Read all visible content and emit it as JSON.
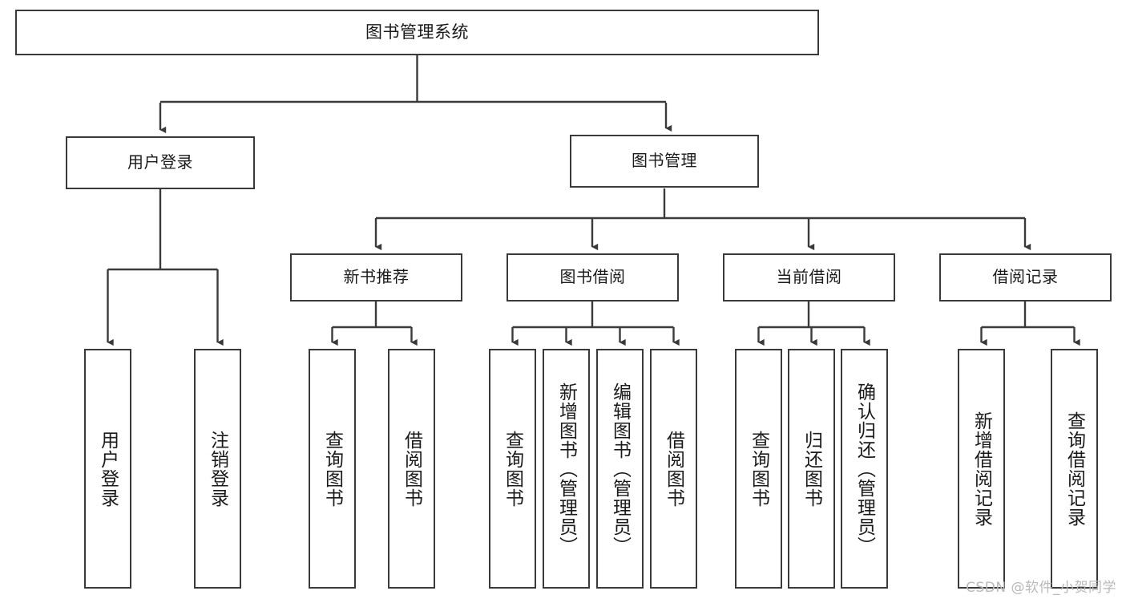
{
  "diagram": {
    "title": "图书管理系统",
    "type": "tree-hierarchy",
    "root": {
      "label": "图书管理系统"
    },
    "level1": [
      {
        "label": "用户登录"
      },
      {
        "label": "图书管理"
      }
    ],
    "level2": [
      {
        "label": "新书推荐"
      },
      {
        "label": "图书借阅"
      },
      {
        "label": "当前借阅"
      },
      {
        "label": "借阅记录"
      }
    ],
    "leaves": {
      "user_login": [
        {
          "label": "用户登录"
        },
        {
          "label": "注销登录"
        }
      ],
      "new_book_rec": [
        {
          "label": "查询图书"
        },
        {
          "label": "借阅图书"
        }
      ],
      "book_borrow": [
        {
          "label": "查询图书"
        },
        {
          "label": "新增图书（管理员）"
        },
        {
          "label": "编辑图书（管理员）"
        },
        {
          "label": "借阅图书"
        }
      ],
      "current_borrow": [
        {
          "label": "查询图书"
        },
        {
          "label": "归还图书"
        },
        {
          "label": "确认归还（管理员）"
        }
      ],
      "borrow_record": [
        {
          "label": "新增借阅记录"
        },
        {
          "label": "查询借阅记录"
        }
      ]
    }
  },
  "watermark": {
    "text": "CSDN @软件_小贺同学"
  },
  "colors": {
    "border": "#3a3a3a",
    "background": "#ffffff",
    "text": "#1a1a1a",
    "watermark": "#b9b9b9"
  }
}
